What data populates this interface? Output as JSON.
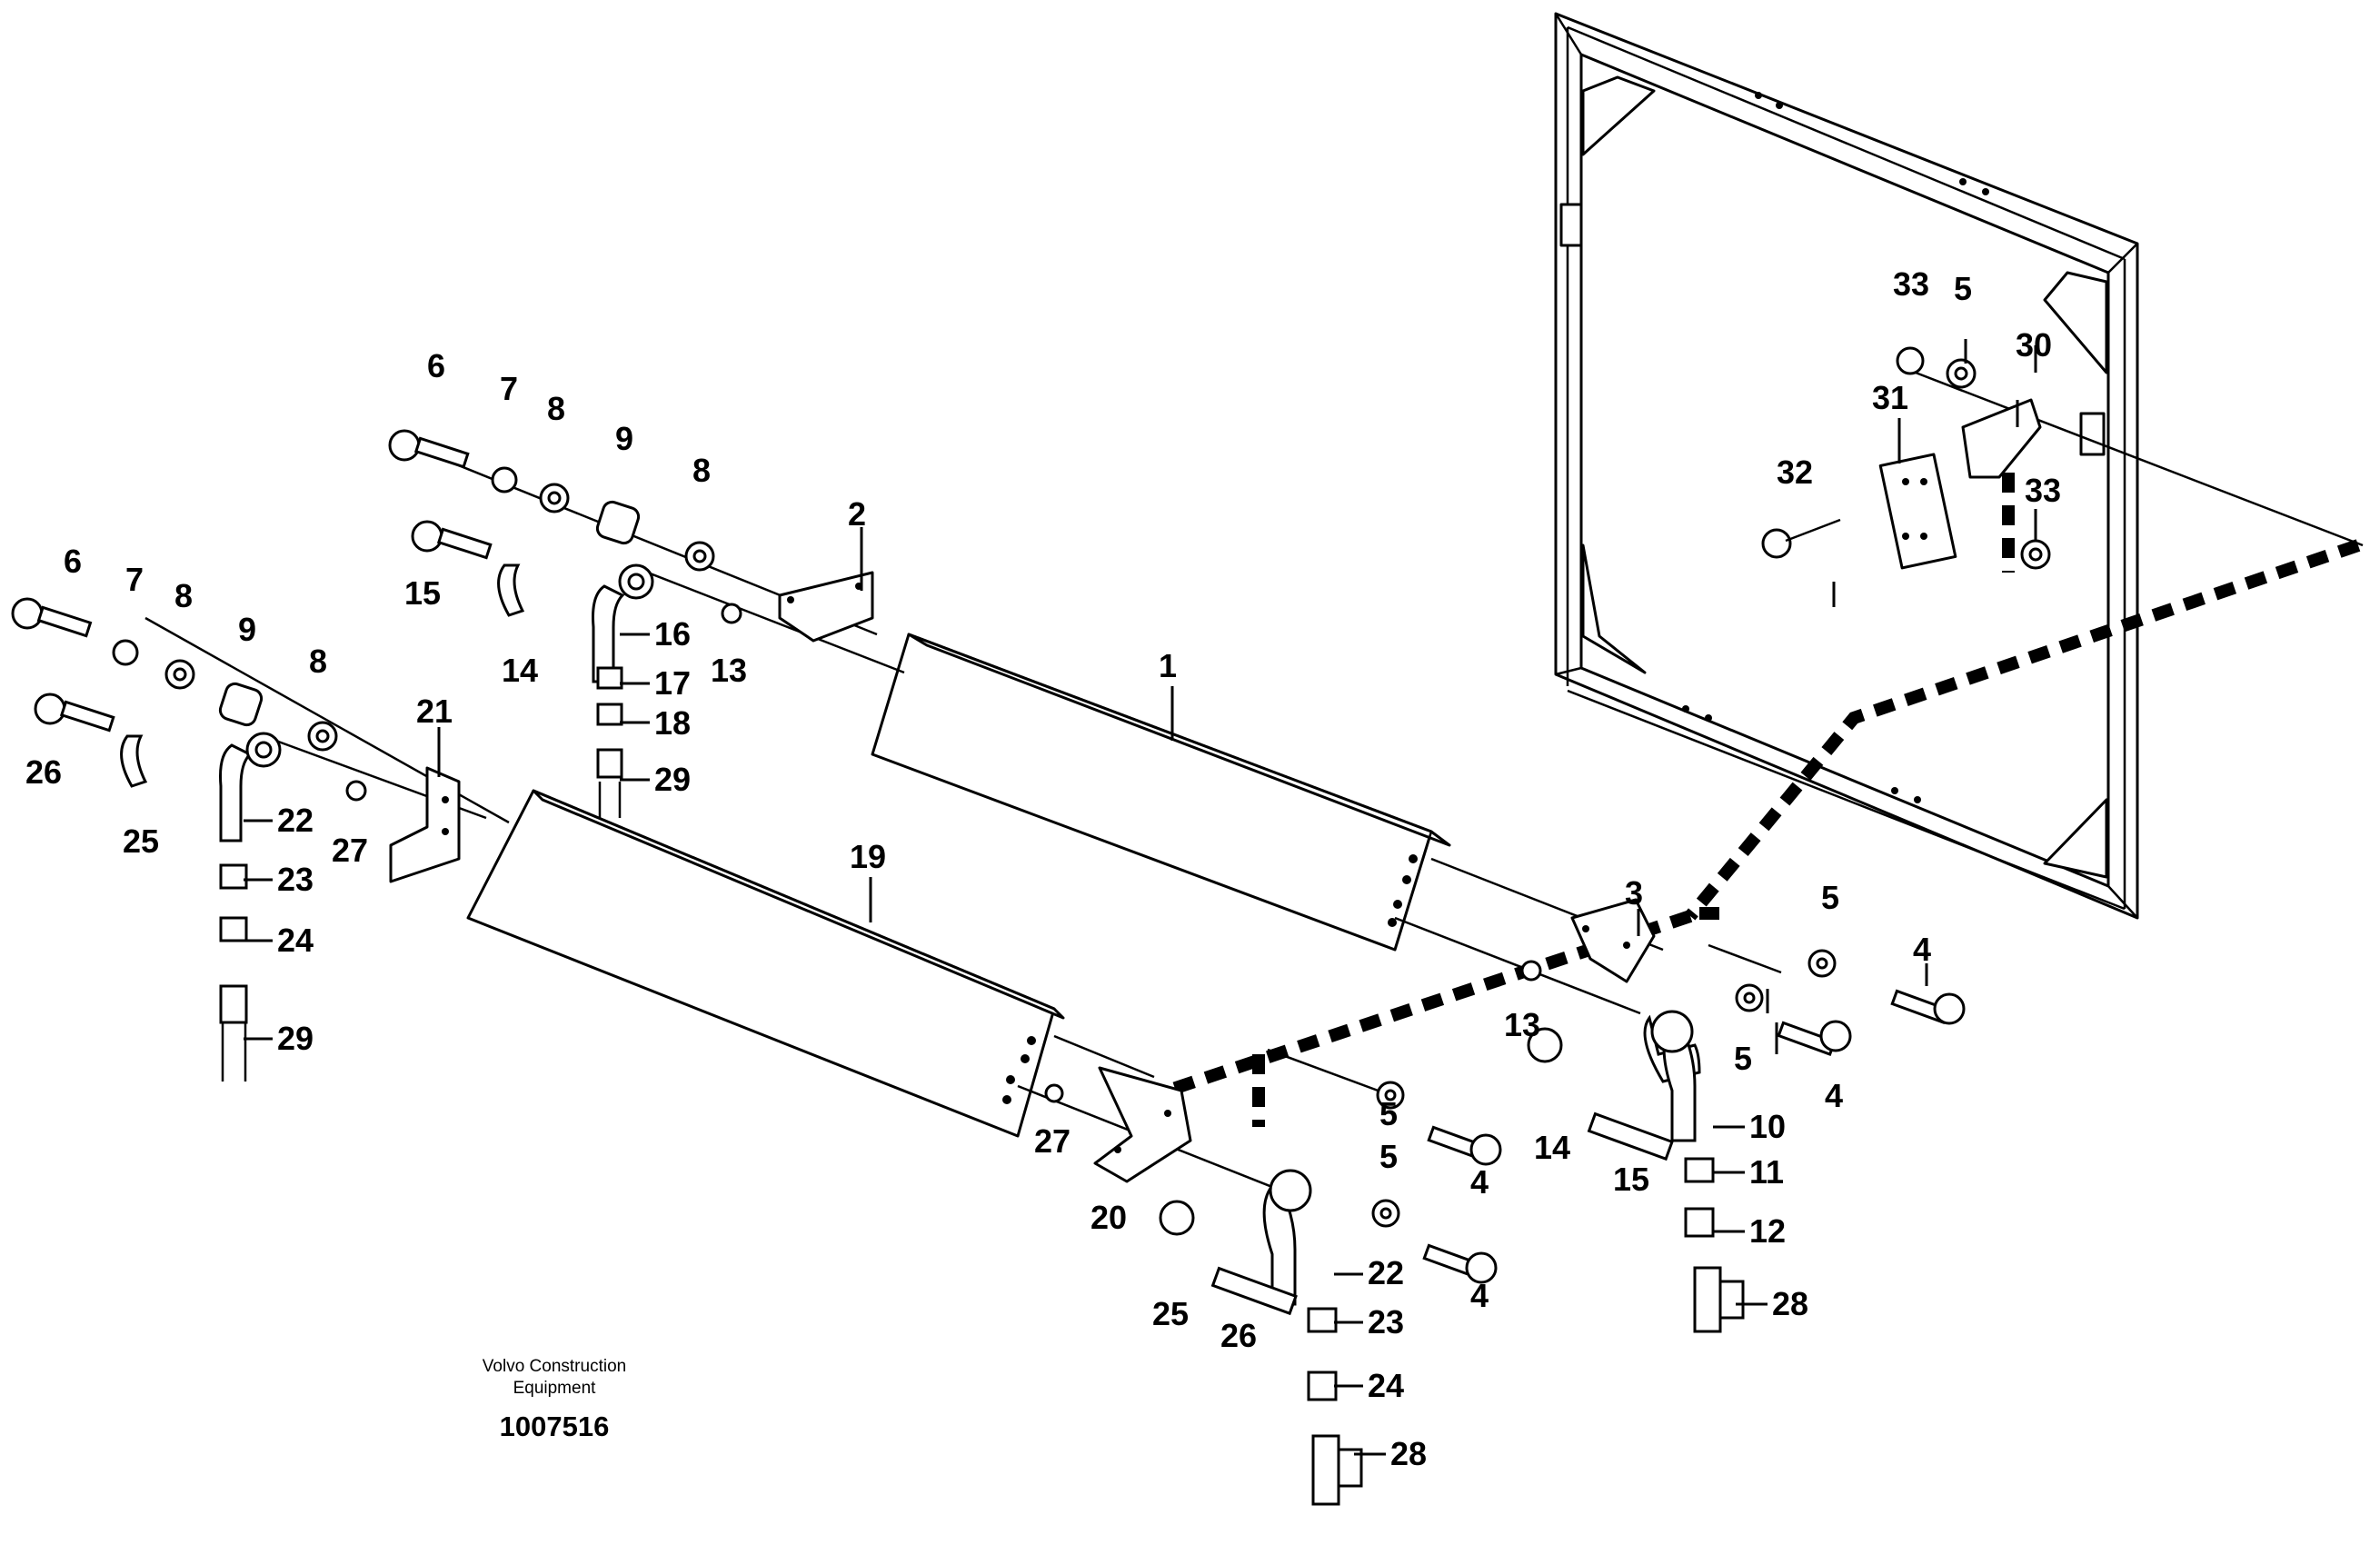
{
  "credit": {
    "line1": "Volvo Construction",
    "line2": "Equipment"
  },
  "document_number": "1007516",
  "callouts": {
    "c1": "1",
    "c2": "2",
    "c3": "3",
    "c4a": "4",
    "c4b": "4",
    "c4c": "4",
    "c4d": "4",
    "c5a": "5",
    "c5b": "5",
    "c5c": "5",
    "c5d": "5",
    "c5e": "5",
    "c6a": "6",
    "c6b": "6",
    "c7a": "7",
    "c7b": "7",
    "c8a": "8",
    "c8b": "8",
    "c8c": "8",
    "c8d": "8",
    "c9a": "9",
    "c9b": "9",
    "c10": "10",
    "c11": "11",
    "c12": "12",
    "c13a": "13",
    "c13b": "13",
    "c14a": "14",
    "c14b": "14",
    "c15a": "15",
    "c15b": "15",
    "c16": "16",
    "c17": "17",
    "c18": "18",
    "c19": "19",
    "c20": "20",
    "c21": "21",
    "c22a": "22",
    "c22b": "22",
    "c23a": "23",
    "c23b": "23",
    "c24a": "24",
    "c24b": "24",
    "c25a": "25",
    "c25b": "25",
    "c26a": "26",
    "c26b": "26",
    "c27a": "27",
    "c27b": "27",
    "c28a": "28",
    "c28b": "28",
    "c29a": "29",
    "c29b": "29",
    "c30": "30",
    "c31": "31",
    "c32": "32",
    "c33a": "33",
    "c33b": "33"
  }
}
